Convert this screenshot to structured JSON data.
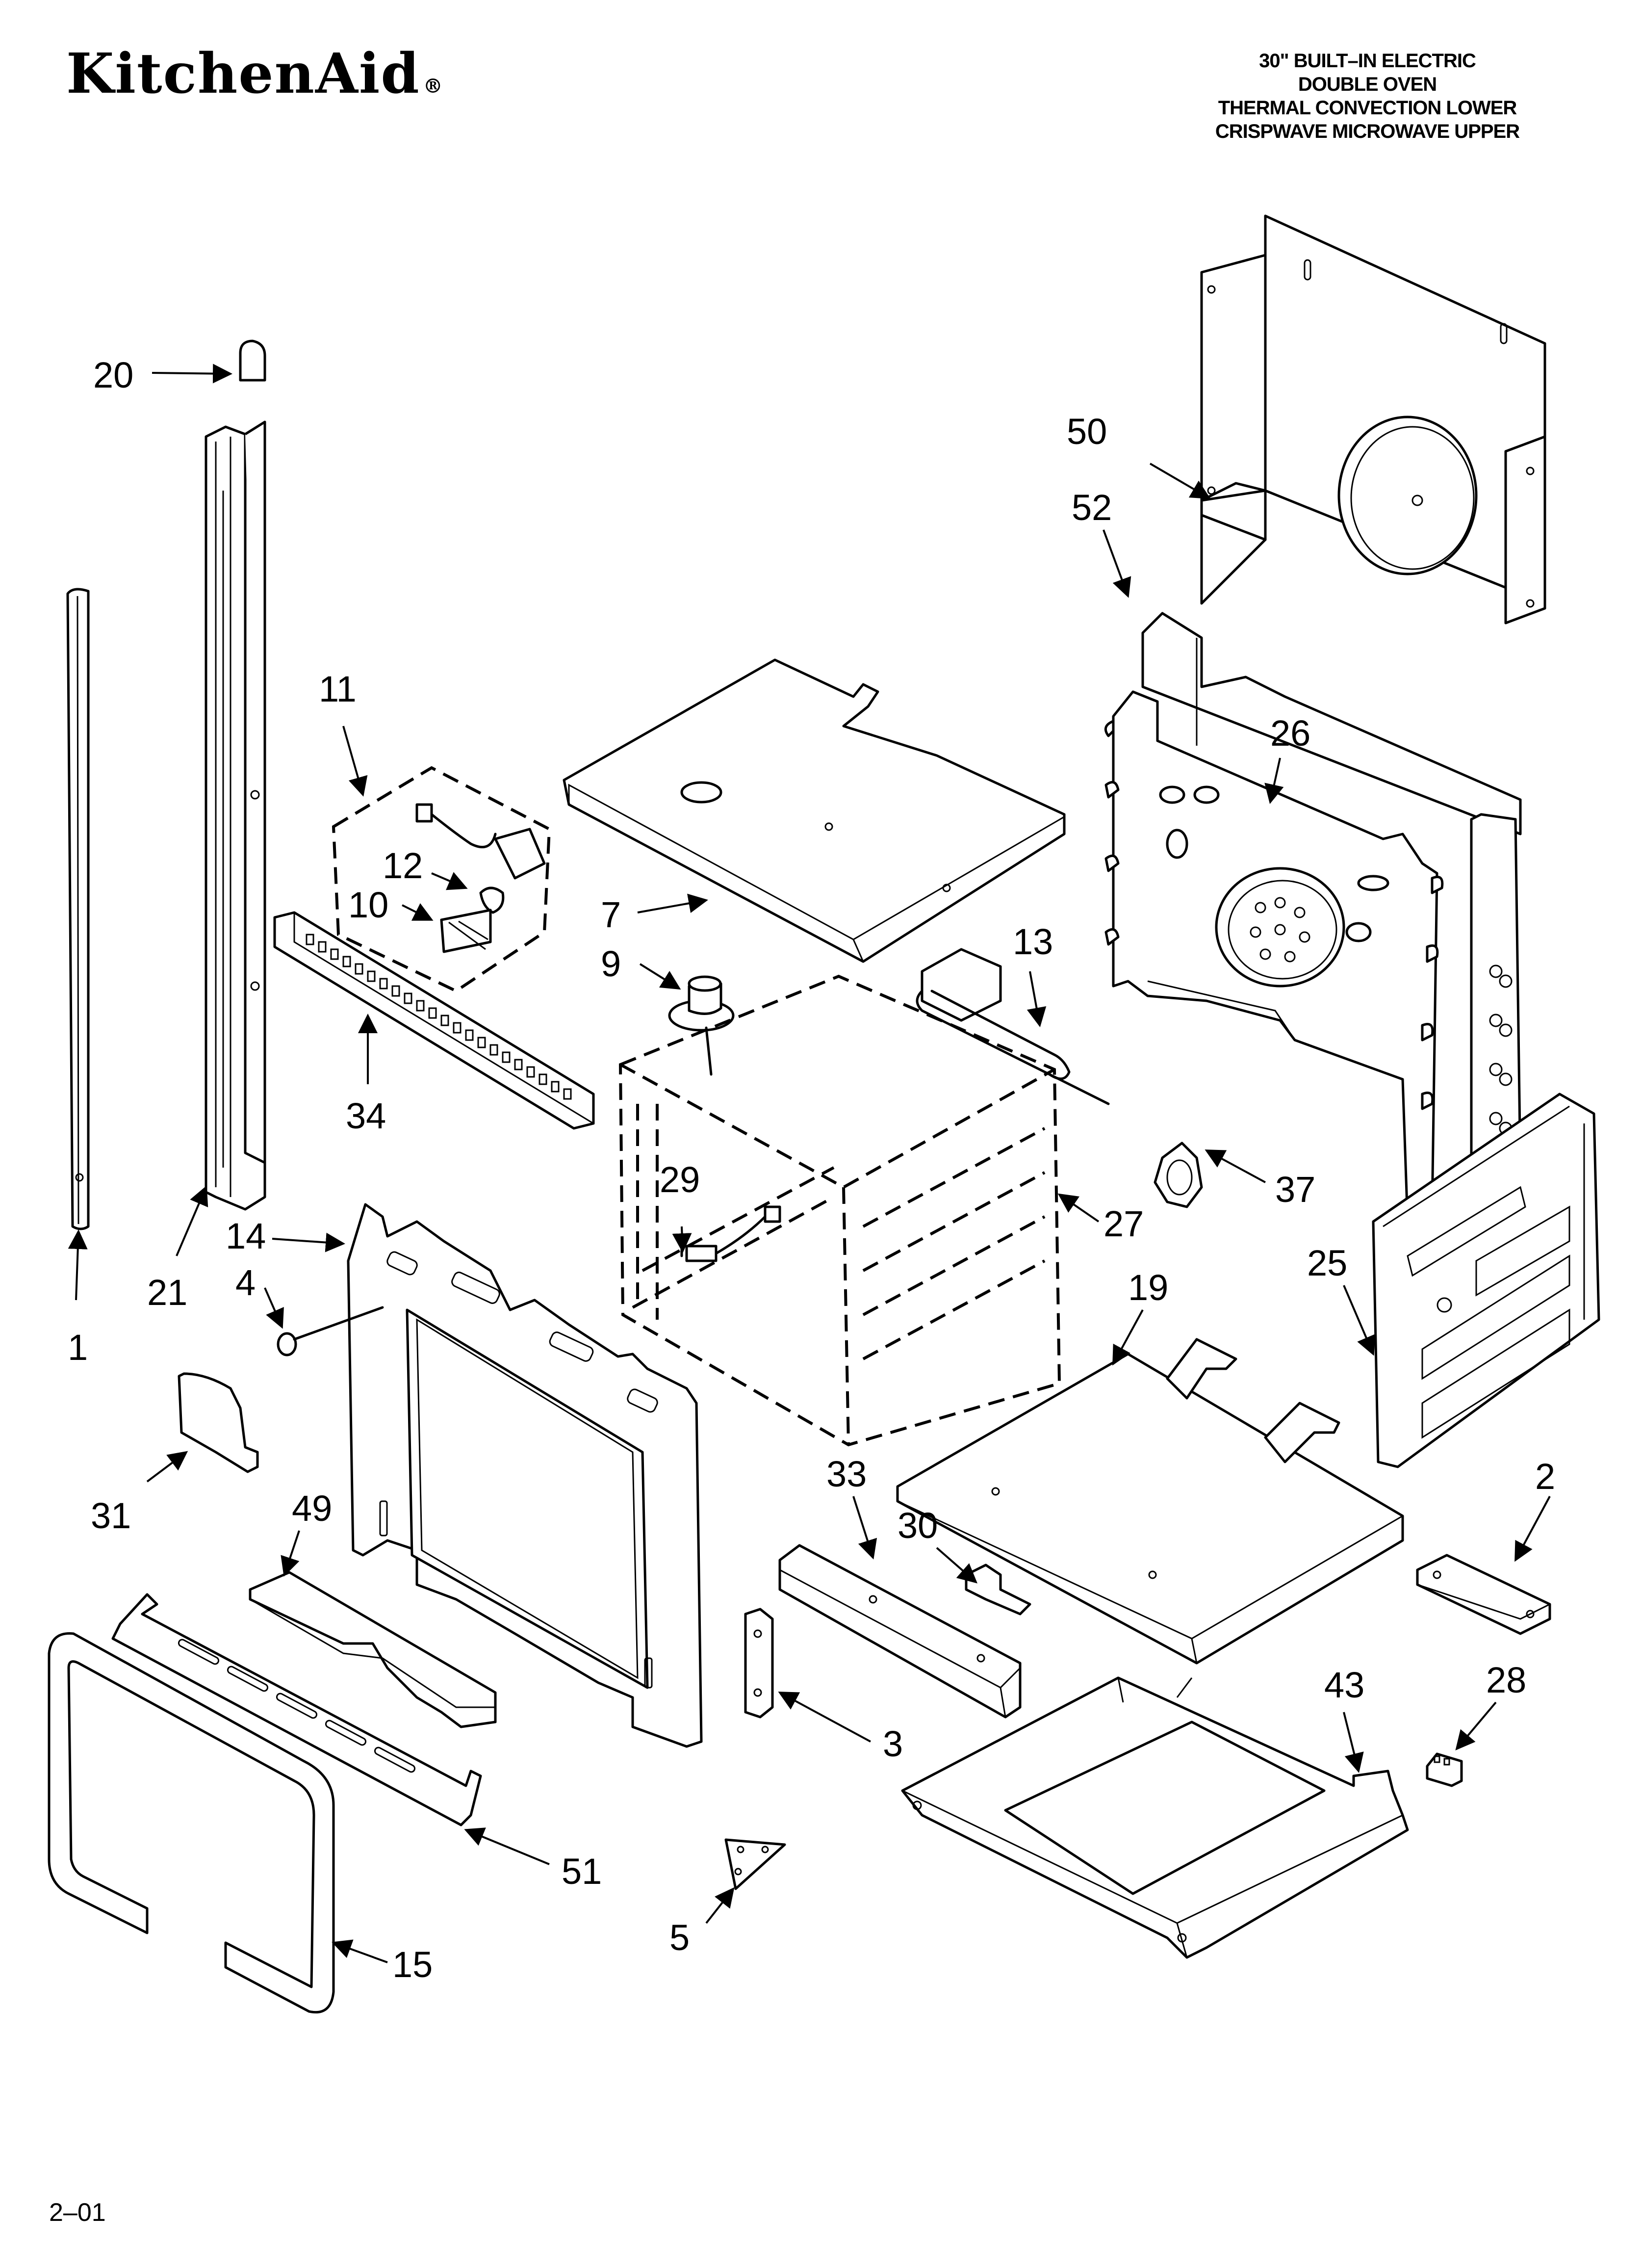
{
  "brand": {
    "name": "KitchenAid",
    "registered": "®"
  },
  "title_lines": [
    "30\" BUILT–IN ELECTRIC",
    "DOUBLE OVEN",
    "THERMAL CONVECTION LOWER",
    "CRISPWAVE MICROWAVE UPPER"
  ],
  "footer": "2–01",
  "callouts": [
    "1",
    "2",
    "3",
    "4",
    "5",
    "7",
    "9",
    "10",
    "11",
    "12",
    "13",
    "14",
    "15",
    "19",
    "20",
    "21",
    "25",
    "26",
    "27",
    "28",
    "29",
    "30",
    "31",
    "33",
    "34",
    "37",
    "43",
    "49",
    "50",
    "51",
    "52"
  ]
}
